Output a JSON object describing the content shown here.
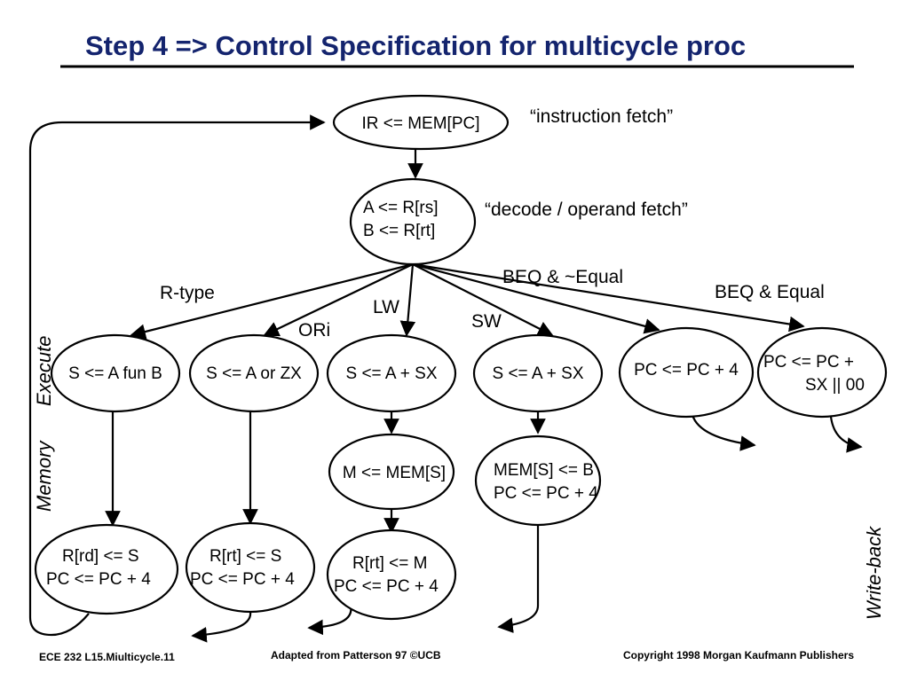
{
  "title": "Step 4  => Control Specification for multicycle proc",
  "annotations": {
    "fetch": "“instruction fetch”",
    "decode": "“decode / operand fetch”"
  },
  "branch_labels": {
    "rtype": "R-type",
    "ori": "ORi",
    "lw": "LW",
    "sw": "SW",
    "beq_notequal": "BEQ & ~Equal",
    "beq_equal": "BEQ & Equal"
  },
  "phases": {
    "execute": "Execute",
    "memory": "Memory",
    "writeback": "Write-back"
  },
  "states": {
    "fetch": [
      "IR <= MEM[PC]"
    ],
    "decode": [
      "A <= R[rs]",
      "B <= R[rt]"
    ],
    "rtype_exec": [
      "S <= A fun B"
    ],
    "ori_exec": [
      "S <= A or ZX"
    ],
    "lw_exec": [
      "S <= A + SX"
    ],
    "sw_exec": [
      "S <= A + SX"
    ],
    "beq_ne": [
      "PC <= PC + 4"
    ],
    "beq_eq": [
      "PC <= PC +",
      "SX || 00"
    ],
    "lw_mem": [
      "M <= MEM[S]"
    ],
    "sw_mem": [
      "MEM[S] <= B",
      "PC <= PC + 4"
    ],
    "rtype_wb": [
      "R[rd] <= S",
      "PC <= PC + 4"
    ],
    "ori_wb": [
      "R[rt] <= S",
      "PC <= PC + 4"
    ],
    "lw_wb": [
      "R[rt] <= M",
      "PC <= PC + 4"
    ]
  },
  "footer": {
    "left": "ECE 232  L15.Miulticycle.11",
    "center": "Adapted from Patterson 97 ©UCB",
    "right": "Copyright 1998 Morgan Kaufmann Publishers"
  }
}
